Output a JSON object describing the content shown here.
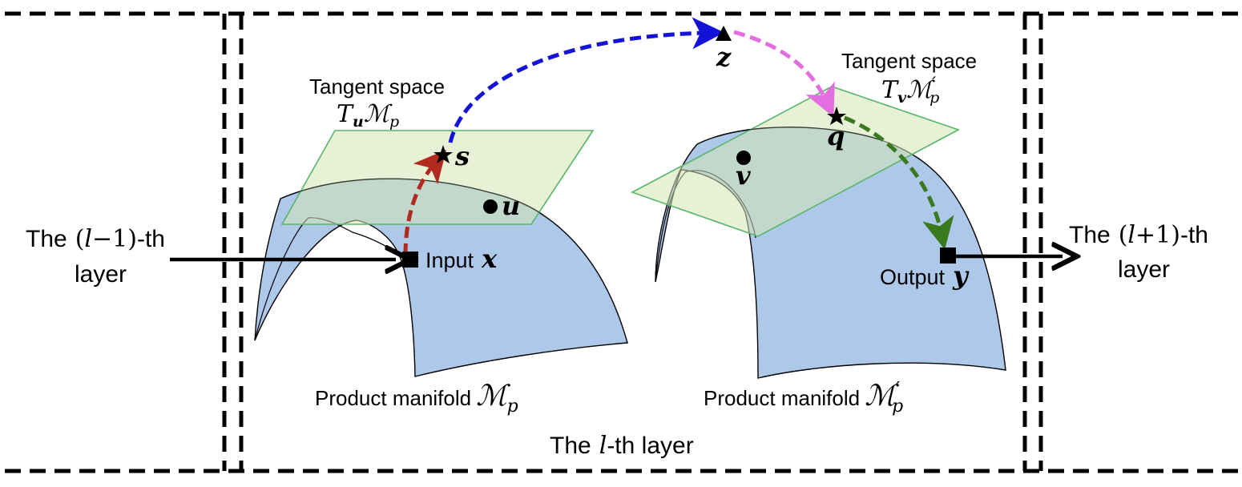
{
  "colors": {
    "surface_fill": "#aec8ea",
    "plane_fill": "#d4e6b5",
    "plane_stroke": "#59b56a",
    "arrow_red": "#b22a1f",
    "arrow_blue": "#1512d8",
    "arrow_pink": "#e26ee2",
    "arrow_green": "#3a7a1e",
    "border": "#000000"
  },
  "left_outer": {
    "prefix": "The",
    "paren_open": "(",
    "var": "l",
    "op": "−1",
    "paren_close": ")",
    "suffix": "-th",
    "line2": "layer"
  },
  "right_outer": {
    "prefix": "The",
    "paren_open": "(",
    "var": "l",
    "op": "+1",
    "paren_close": ")",
    "suffix": "-th",
    "line2": "layer"
  },
  "middle_label": {
    "prefix": "The",
    "var": "l",
    "suffix": "-th layer"
  },
  "left_manifold": {
    "tangent_title": "Tangent space",
    "tangent_T": "T",
    "tangent_sub": "u",
    "tangent_M": "ℳ",
    "tangent_msub": "p",
    "point_s": "s",
    "point_u": "u",
    "input_text": "Input",
    "input_var": "x",
    "caption_text": "Product manifold",
    "caption_M": "ℳ",
    "caption_sub": "p"
  },
  "right_manifold": {
    "tangent_title": "Tangent space",
    "tangent_T": "T",
    "tangent_sub": "v",
    "tangent_M": "ℳ",
    "tangent_prime": "′",
    "tangent_msub": "p",
    "point_q": "q",
    "point_v": "v",
    "output_text": "Output",
    "output_var": "y",
    "caption_text": "Product manifold",
    "caption_M": "ℳ",
    "caption_prime": "′",
    "caption_sub": "p"
  },
  "top_point": {
    "label": "z"
  }
}
